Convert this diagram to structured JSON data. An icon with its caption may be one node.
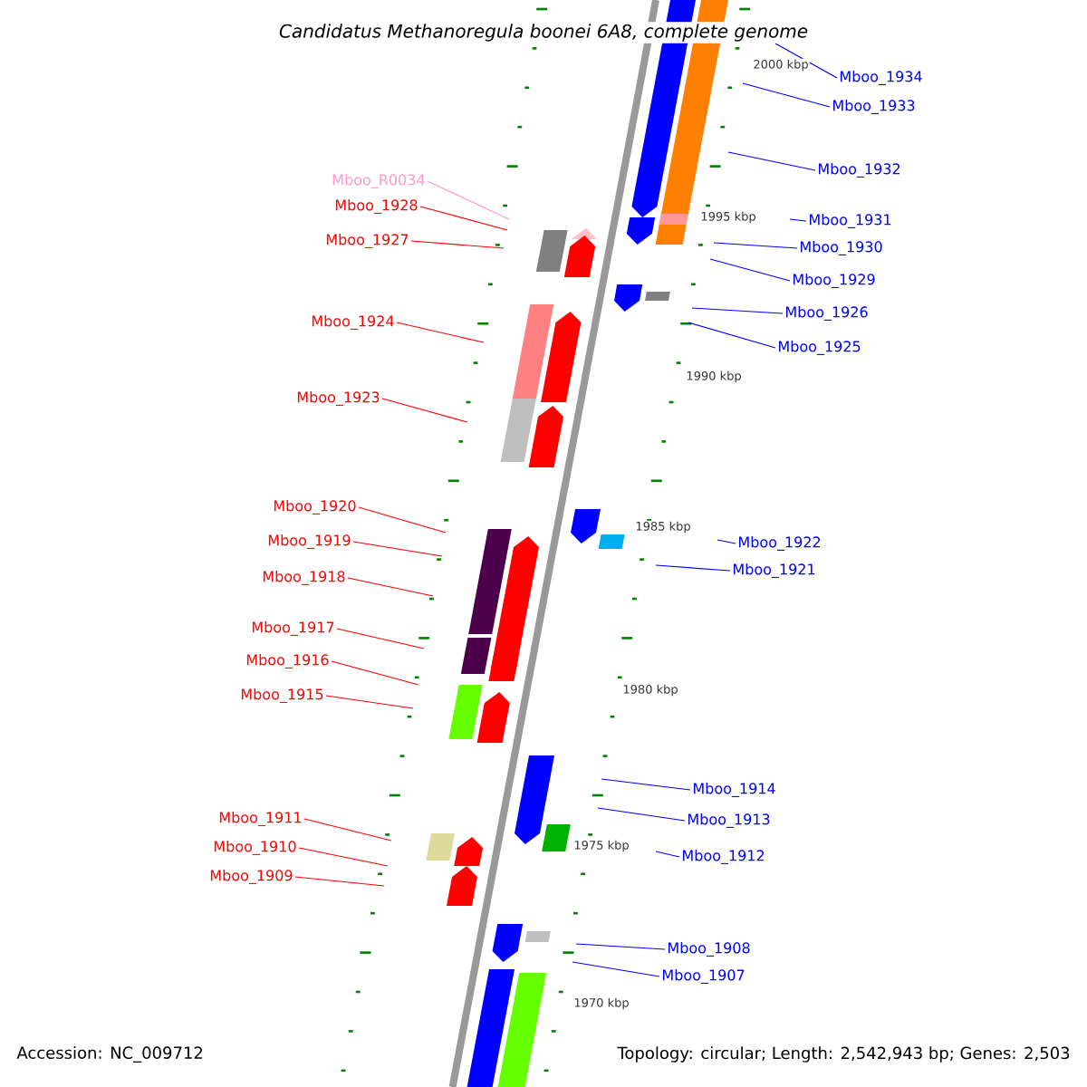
{
  "diagram": {
    "title": "Candidatus Methanoregula boonei 6A8, complete genome",
    "nodes": [
      {
        "text": [
          "Mboo_1934"
        ]
      },
      {
        "text": [
          "Mboo_1933"
        ]
      },
      {
        "text": [
          "Mboo_1932"
        ]
      },
      {
        "text": [
          "Mboo_R0034"
        ]
      },
      {
        "text": [
          "Mboo_1928"
        ]
      },
      {
        "text": [
          "Mboo_1931"
        ]
      },
      {
        "text": [
          "Mboo_1927"
        ]
      },
      {
        "text": [
          "Mboo_1930"
        ]
      },
      {
        "text": [
          "Mboo_1929"
        ]
      },
      {
        "text": [
          "Mboo_1926"
        ]
      },
      {
        "text": [
          "Mboo_1924"
        ]
      },
      {
        "text": [
          "Mboo_1925"
        ]
      },
      {
        "text": [
          "Mboo_1923"
        ]
      },
      {
        "text": [
          "Mboo_1920"
        ]
      },
      {
        "text": [
          "Mboo_1922"
        ]
      },
      {
        "text": [
          "Mboo_1919"
        ]
      },
      {
        "text": [
          "Mboo_1921"
        ]
      },
      {
        "text": [
          "Mboo_1918"
        ]
      },
      {
        "text": [
          "Mboo_1917"
        ]
      },
      {
        "text": [
          "Mboo_1916"
        ]
      },
      {
        "text": [
          "Mboo_1915"
        ]
      },
      {
        "text": [
          "Mboo_1914"
        ]
      },
      {
        "text": [
          "Mboo_1911"
        ]
      },
      {
        "text": [
          "Mboo_1913"
        ]
      },
      {
        "text": [
          "Mboo_1910"
        ]
      },
      {
        "text": [
          "Mboo_1912"
        ]
      },
      {
        "text": [
          "Mboo_1909"
        ]
      },
      {
        "text": [
          "Mboo_1908"
        ]
      },
      {
        "text": [
          "Mboo_1907"
        ]
      }
    ],
    "edges": [
      {
        "from": 0,
        "to": null,
        "arrow": "none",
        "color": "#0000ff"
      },
      {
        "from": 1,
        "to": null,
        "arrow": "none",
        "color": "#0000ff"
      },
      {
        "from": 2,
        "to": null,
        "arrow": "none",
        "color": "#0000ff"
      },
      {
        "from": 3,
        "to": null,
        "arrow": "none",
        "color": "#ff99cc"
      },
      {
        "from": 4,
        "to": null,
        "arrow": "none",
        "color": "#ff0000"
      },
      {
        "from": 5,
        "to": null,
        "arrow": "none",
        "color": "#0000ff"
      },
      {
        "from": 6,
        "to": null,
        "arrow": "none",
        "color": "#ff0000"
      },
      {
        "from": 7,
        "to": null,
        "arrow": "none",
        "color": "#0000ff"
      },
      {
        "from": 8,
        "to": null,
        "arrow": "none",
        "color": "#0000ff"
      },
      {
        "from": 9,
        "to": null,
        "arrow": "none",
        "color": "#0000ff"
      },
      {
        "from": 10,
        "to": null,
        "arrow": "none",
        "color": "#ff0000"
      },
      {
        "from": 11,
        "to": null,
        "arrow": "none",
        "color": "#0000ff"
      },
      {
        "from": 12,
        "to": null,
        "arrow": "none",
        "color": "#ff0000"
      },
      {
        "from": 13,
        "to": null,
        "arrow": "none",
        "color": "#ff0000"
      },
      {
        "from": 14,
        "to": null,
        "arrow": "none",
        "color": "#0000ff"
      },
      {
        "from": 15,
        "to": null,
        "arrow": "none",
        "color": "#ff0000"
      },
      {
        "from": 16,
        "to": null,
        "arrow": "none",
        "color": "#0000ff"
      },
      {
        "from": 17,
        "to": null,
        "arrow": "none",
        "color": "#ff0000"
      },
      {
        "from": 18,
        "to": null,
        "arrow": "none",
        "color": "#ff0000"
      },
      {
        "from": 19,
        "to": null,
        "arrow": "none",
        "color": "#ff0000"
      },
      {
        "from": 20,
        "to": null,
        "arrow": "none",
        "color": "#ff0000"
      },
      {
        "from": 21,
        "to": null,
        "arrow": "none",
        "color": "#0000ff"
      },
      {
        "from": 22,
        "to": null,
        "arrow": "none",
        "color": "#ff0000"
      },
      {
        "from": 23,
        "to": null,
        "arrow": "none",
        "color": "#0000ff"
      },
      {
        "from": 24,
        "to": null,
        "arrow": "none",
        "color": "#ff0000"
      },
      {
        "from": 25,
        "to": null,
        "arrow": "none",
        "color": "#0000ff"
      },
      {
        "from": 26,
        "to": null,
        "arrow": "none",
        "color": "#ff0000"
      },
      {
        "from": 27,
        "to": null,
        "arrow": "none",
        "color": "#0000ff"
      },
      {
        "from": 28,
        "to": null,
        "arrow": "none",
        "color": "#0000ff"
      }
    ],
    "labels": [
      "2000 kbp",
      "1995 kbp",
      "1990 kbp",
      "1985 kbp",
      "1980 kbp",
      "1975 kbp",
      "1970 kbp",
      "Accession: NC_009712",
      "Topology: circular; Length: 2,542,943 bp; Genes: 2,503"
    ]
  }
}
